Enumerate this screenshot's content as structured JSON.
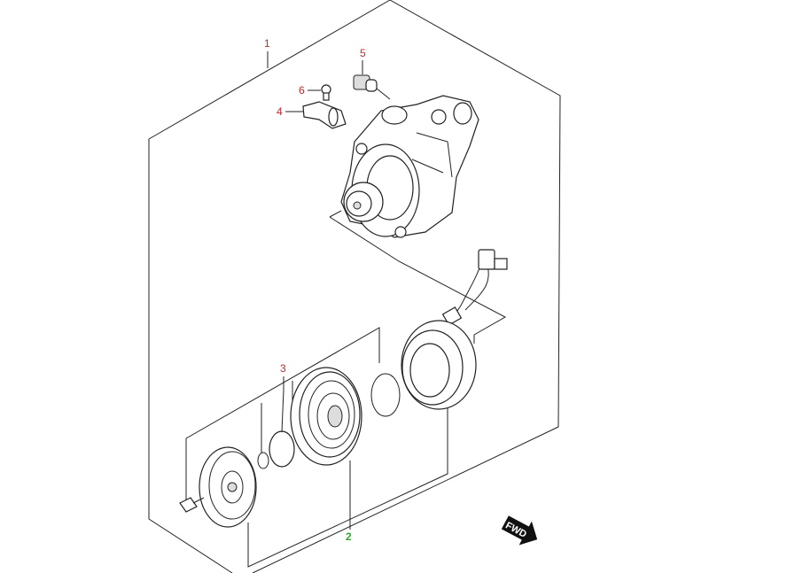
{
  "diagram": {
    "callouts": [
      {
        "id": "1",
        "text": "1",
        "color": "#c0282d"
      },
      {
        "id": "2",
        "text": "2",
        "color": "#2ea82e"
      },
      {
        "id": "3",
        "text": "3",
        "color": "#c0282d"
      },
      {
        "id": "4",
        "text": "4",
        "color": "#c0282d"
      },
      {
        "id": "5",
        "text": "5",
        "color": "#c0282d"
      },
      {
        "id": "6",
        "text": "6",
        "color": "#c0282d"
      }
    ],
    "fwd_label": "FWD"
  }
}
